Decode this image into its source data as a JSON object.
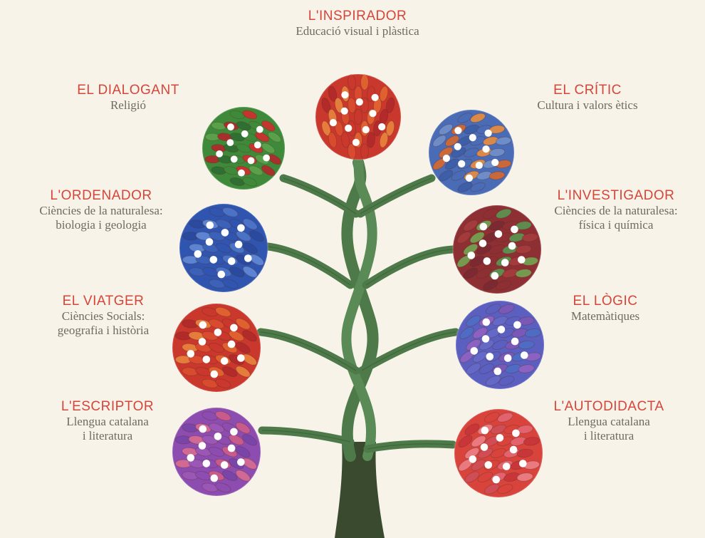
{
  "colors": {
    "background": "#f7f3e8",
    "title": "#d5453a",
    "subtitle": "#6f6a62",
    "trunk": "#4e7a4a"
  },
  "nodes": {
    "inspirador": {
      "title": "L'INSPIRADOR",
      "lines": [
        "Educació visual i plàstica"
      ],
      "palette": "red-orange"
    },
    "dialogant": {
      "title": "EL DIALOGANT",
      "lines": [
        "Religió"
      ],
      "palette": "green-red"
    },
    "critic": {
      "title": "EL CRÍTIC",
      "lines": [
        "Cultura i valors ètics"
      ],
      "palette": "blue-orange"
    },
    "ordenador": {
      "title": "L'ORDENADOR",
      "lines": [
        "Ciències de la naturalesa:",
        "biologia i geologia"
      ],
      "palette": "blue"
    },
    "investigador": {
      "title": "L'INVESTIGADOR",
      "lines": [
        "Ciències de la naturalesa:",
        "física i química"
      ],
      "palette": "maroon-green"
    },
    "viatger": {
      "title": "EL VIATGER",
      "lines": [
        "Ciències Socials:",
        "geografia i història"
      ],
      "palette": "red-orange"
    },
    "logic": {
      "title": "EL LÒGIC",
      "lines": [
        "Matemàtiques"
      ],
      "palette": "blue-purple"
    },
    "escriptor": {
      "title": "L'ESCRIPTOR",
      "lines": [
        "Llengua catalana",
        "i literatura"
      ],
      "palette": "purple-pink"
    },
    "autodidacta": {
      "title": "L'AUTODIDACTA",
      "lines": [
        "Llengua catalana",
        "i literatura"
      ],
      "palette": "red-pink"
    }
  }
}
